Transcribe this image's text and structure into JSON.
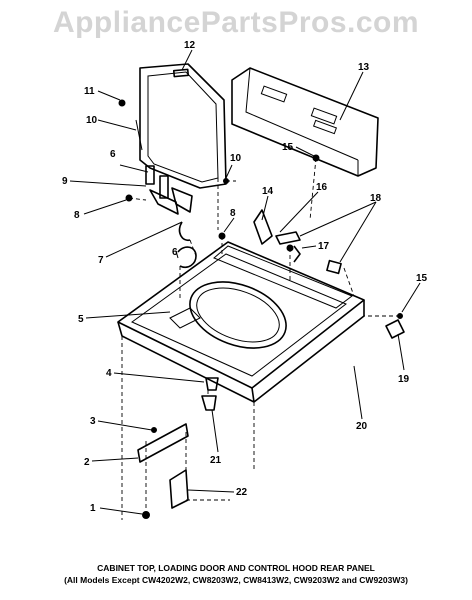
{
  "watermark": "AppliancePartsPros.com",
  "caption": {
    "line1": "CABINET TOP, LOADING DOOR AND CONTROL HOOD REAR PANEL",
    "line2": "(All Models Except CW4202W2, CW8203W2, CW8413W2, CW9203W2 and CW9203W3)"
  },
  "callouts": {
    "c1": "1",
    "c2": "2",
    "c3": "3",
    "c4": "4",
    "c5": "5",
    "c6a": "6",
    "c6b": "6",
    "c7": "7",
    "c8a": "8",
    "c8b": "8",
    "c9": "9",
    "c10a": "10",
    "c10b": "10",
    "c11": "11",
    "c12": "12",
    "c13": "13",
    "c14": "14",
    "c15a": "15",
    "c15b": "15",
    "c16": "16",
    "c17": "17",
    "c18": "18",
    "c19": "19",
    "c20": "20",
    "c21": "21",
    "c22": "22"
  }
}
